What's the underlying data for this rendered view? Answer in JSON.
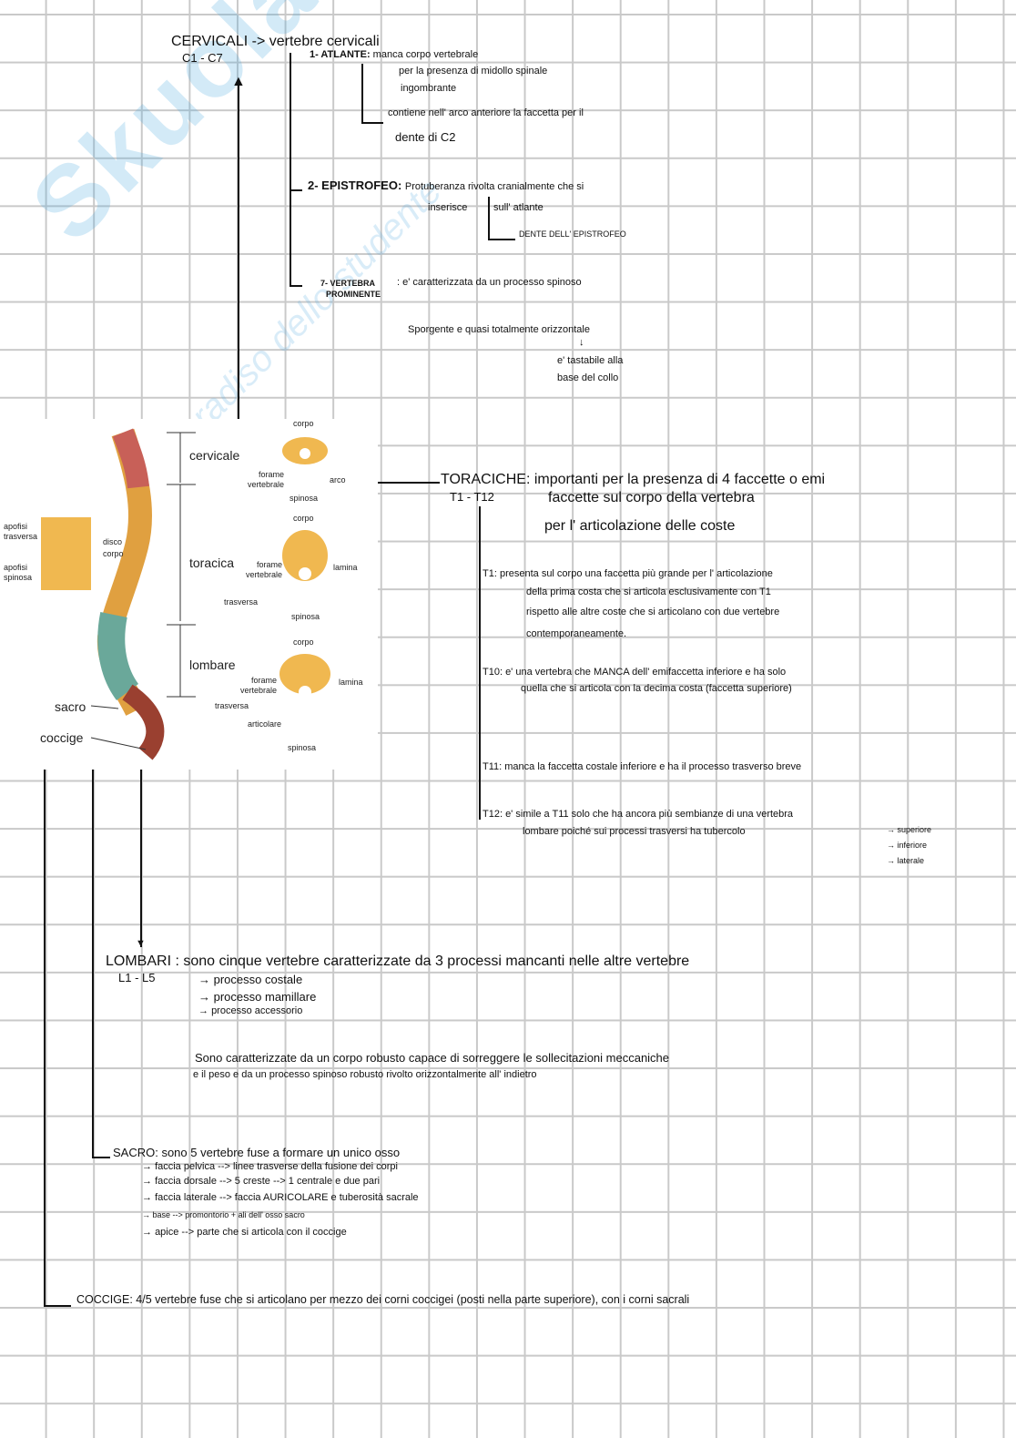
{
  "watermark": {
    "logo": "Skuola.net",
    "tagline": "paradiso dello studente"
  },
  "cervicali": {
    "title": "CERVICALI -> vertebre cervicali",
    "range": "C1 - C7",
    "atlante": {
      "label": "1- ATLANTE:",
      "text1": "manca corpo vertebrale",
      "text2": "per la presenza di midollo spinale",
      "text3": "ingombrante",
      "sub1": "contiene nell' arco anteriore la faccetta per il",
      "sub2": "dente di C2"
    },
    "epistrofeo": {
      "label": "2- EPISTROFEO:",
      "text1": "Protuberanza rivolta cranialmente che si",
      "text2": "inserisce",
      "text3": "sull' atlante",
      "sub": "DENTE DELL' EPISTROFEO"
    },
    "prominente": {
      "label1": "7- VERTEBRA",
      "label2": "PROMINENTE",
      "text": ": e' caratterizzata da un processo spinoso",
      "text2": "Sporgente e quasi totalmente orizzontale",
      "text3": "e' tastabile alla",
      "text4": "base del collo"
    }
  },
  "figure": {
    "regions": [
      "cervicale",
      "toracica",
      "lombare",
      "sacro",
      "coccige"
    ],
    "side_labels": [
      "apofisi trasversa",
      "apofisi spinosa",
      "disco",
      "corpo"
    ],
    "cervical_labels": [
      "corpo",
      "forame vertebrale",
      "arco",
      "spinosa"
    ],
    "thoracic_labels": [
      "corpo",
      "forame vertebrale",
      "lamina",
      "trasversa",
      "spinosa"
    ],
    "lumbar_labels": [
      "corpo",
      "forame vertebrale",
      "lamina",
      "trasversa",
      "articolare",
      "spinosa"
    ]
  },
  "toraciche": {
    "title": "TORACICHE: importanti per la presenza di 4 faccette o emi",
    "title2": "faccette sul corpo della vertebra",
    "title3": "per l' articolazione delle coste",
    "range": "T1 - T12",
    "t1": [
      "T1: presenta sul corpo una faccetta più grande per l' articolazione",
      "della prima costa che si articola esclusivamente con T1",
      "rispetto alle altre coste che si articolano con due vertebre",
      "contemporaneamente."
    ],
    "t10": [
      "T10: e' una vertebra che MANCA dell' emifaccetta inferiore e ha solo",
      "quella che si articola con la decima costa (faccetta superiore)"
    ],
    "t11": [
      "T11: manca la faccetta costale inferiore e ha il processo trasverso breve"
    ],
    "t12": [
      "T12: e' simile a T11 solo che ha ancora più sembianze di una vertebra",
      "lombare poiché sui processi trasversi ha tubercolo"
    ],
    "tubercoli": [
      "superiore",
      "inferiore",
      "laterale"
    ]
  },
  "lombari": {
    "title": "LOMBARI : sono cinque vertebre caratterizzate da 3 processi mancanti nelle altre vertebre",
    "range": "L1 - L5",
    "processi": [
      "processo costale",
      "processo mamillare",
      "processo accessorio"
    ],
    "desc": [
      "Sono caratterizzate da un corpo robusto capace di sorreggere le sollecitazioni meccaniche",
      "e il peso e da un processo spinoso robusto rivolto orizzontalmente all' indietro"
    ]
  },
  "sacro": {
    "title": "SACRO: sono 5 vertebre fuse a formare un unico osso",
    "items": [
      "faccia pelvica --> linee trasverse della fusione dei corpi",
      "faccia dorsale --> 5 creste --> 1 centrale e due pari",
      "faccia laterale --> faccia AURICOLARE e tuberosità sacrale",
      "base --> promontorio + ali dell' osso sacro",
      "apice --> parte che si articola con il coccige"
    ]
  },
  "coccige": {
    "text": "COCCIGE: 4/5 vertebre fuse che si articolano per mezzo dei corni coccigei (posti nella parte superiore), con i corni sacrali"
  }
}
